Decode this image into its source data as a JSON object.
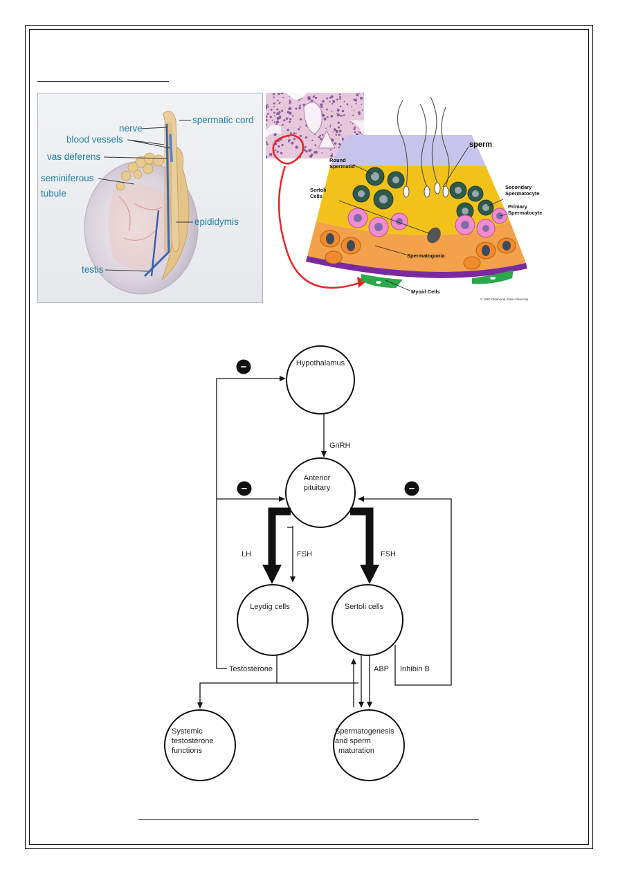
{
  "anatomy": {
    "labels": {
      "nerve": "nerve",
      "spermatic_cord": "spermatic cord",
      "blood_vessels": "blood vessels",
      "vas_deferens": "vas deferens",
      "seminiferous_1": "seminiferous",
      "seminiferous_2": "tubule",
      "epididymis": "epididymis",
      "testis": "testis"
    },
    "label_color": "#1f7fa6"
  },
  "tubule": {
    "labels": {
      "sperm": "sperm",
      "round_spermatid_1": "Round",
      "round_spermatid_2": "Spermatid",
      "sertoli_1": "Sertoli",
      "sertoli_2": "Cells",
      "secondary_1": "Secondary",
      "secondary_2": "Spermatocyte",
      "primary_1": "Primary",
      "primary_2": "Spermatocyte",
      "spermatogonia": "Spermatogonia",
      "myoid": "Myoid Cells",
      "copyright": "© 1997 Oklahoma State University"
    }
  },
  "flowchart": {
    "nodes": {
      "hypothalamus": "Hypothalamus",
      "anterior_1": "Anterior",
      "anterior_2": "pituitary",
      "leydig": "Leydig cells",
      "sertoli": "Sertoli cells",
      "systemic_1": "Systemic",
      "systemic_2": "testosterone",
      "systemic_3": "functions",
      "spermato_1": "Spermatogenesis",
      "spermato_2": "and sperm",
      "spermato_3": "maturation"
    },
    "edges": {
      "gnrh": "GnRH",
      "lh": "LH",
      "fsh_left": "FSH",
      "fsh_right": "FSH",
      "testosterone": "Testosterone",
      "abp": "ABP",
      "inhibin": "Inhibin B"
    },
    "inhibit_symbol": "−"
  }
}
